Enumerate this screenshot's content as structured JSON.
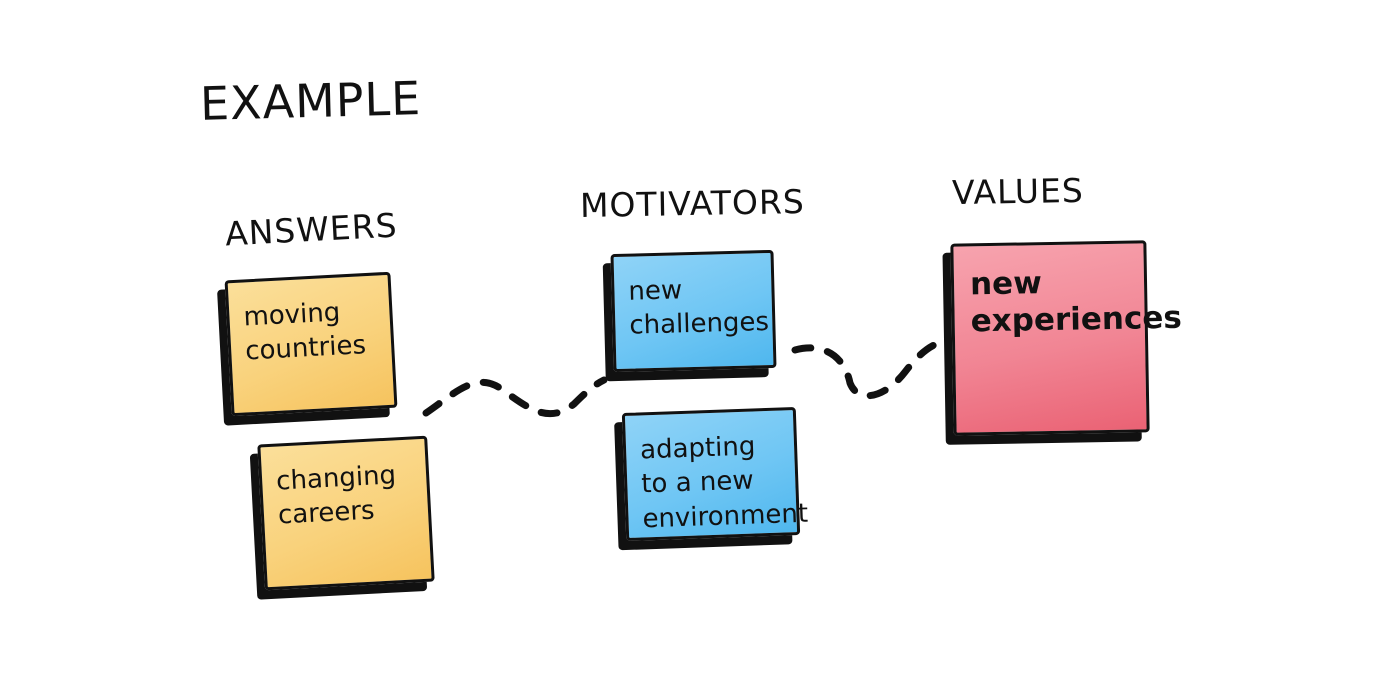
{
  "title": "EXAMPLE",
  "columns": {
    "answers": "ANSWERS",
    "motivators": "MOTIVATORS",
    "values": "VALUES"
  },
  "answers": [
    "moving\ncountries",
    "changing\ncareers"
  ],
  "motivators": [
    "new\nchallenges",
    "adapting\nto a new\nenvironment"
  ],
  "values": [
    "new\nexperiences"
  ],
  "colors": {
    "answers_note": "#f9d27c",
    "motivators_note": "#6fc6f4",
    "values_note": "#f18594",
    "ink": "#111111"
  }
}
